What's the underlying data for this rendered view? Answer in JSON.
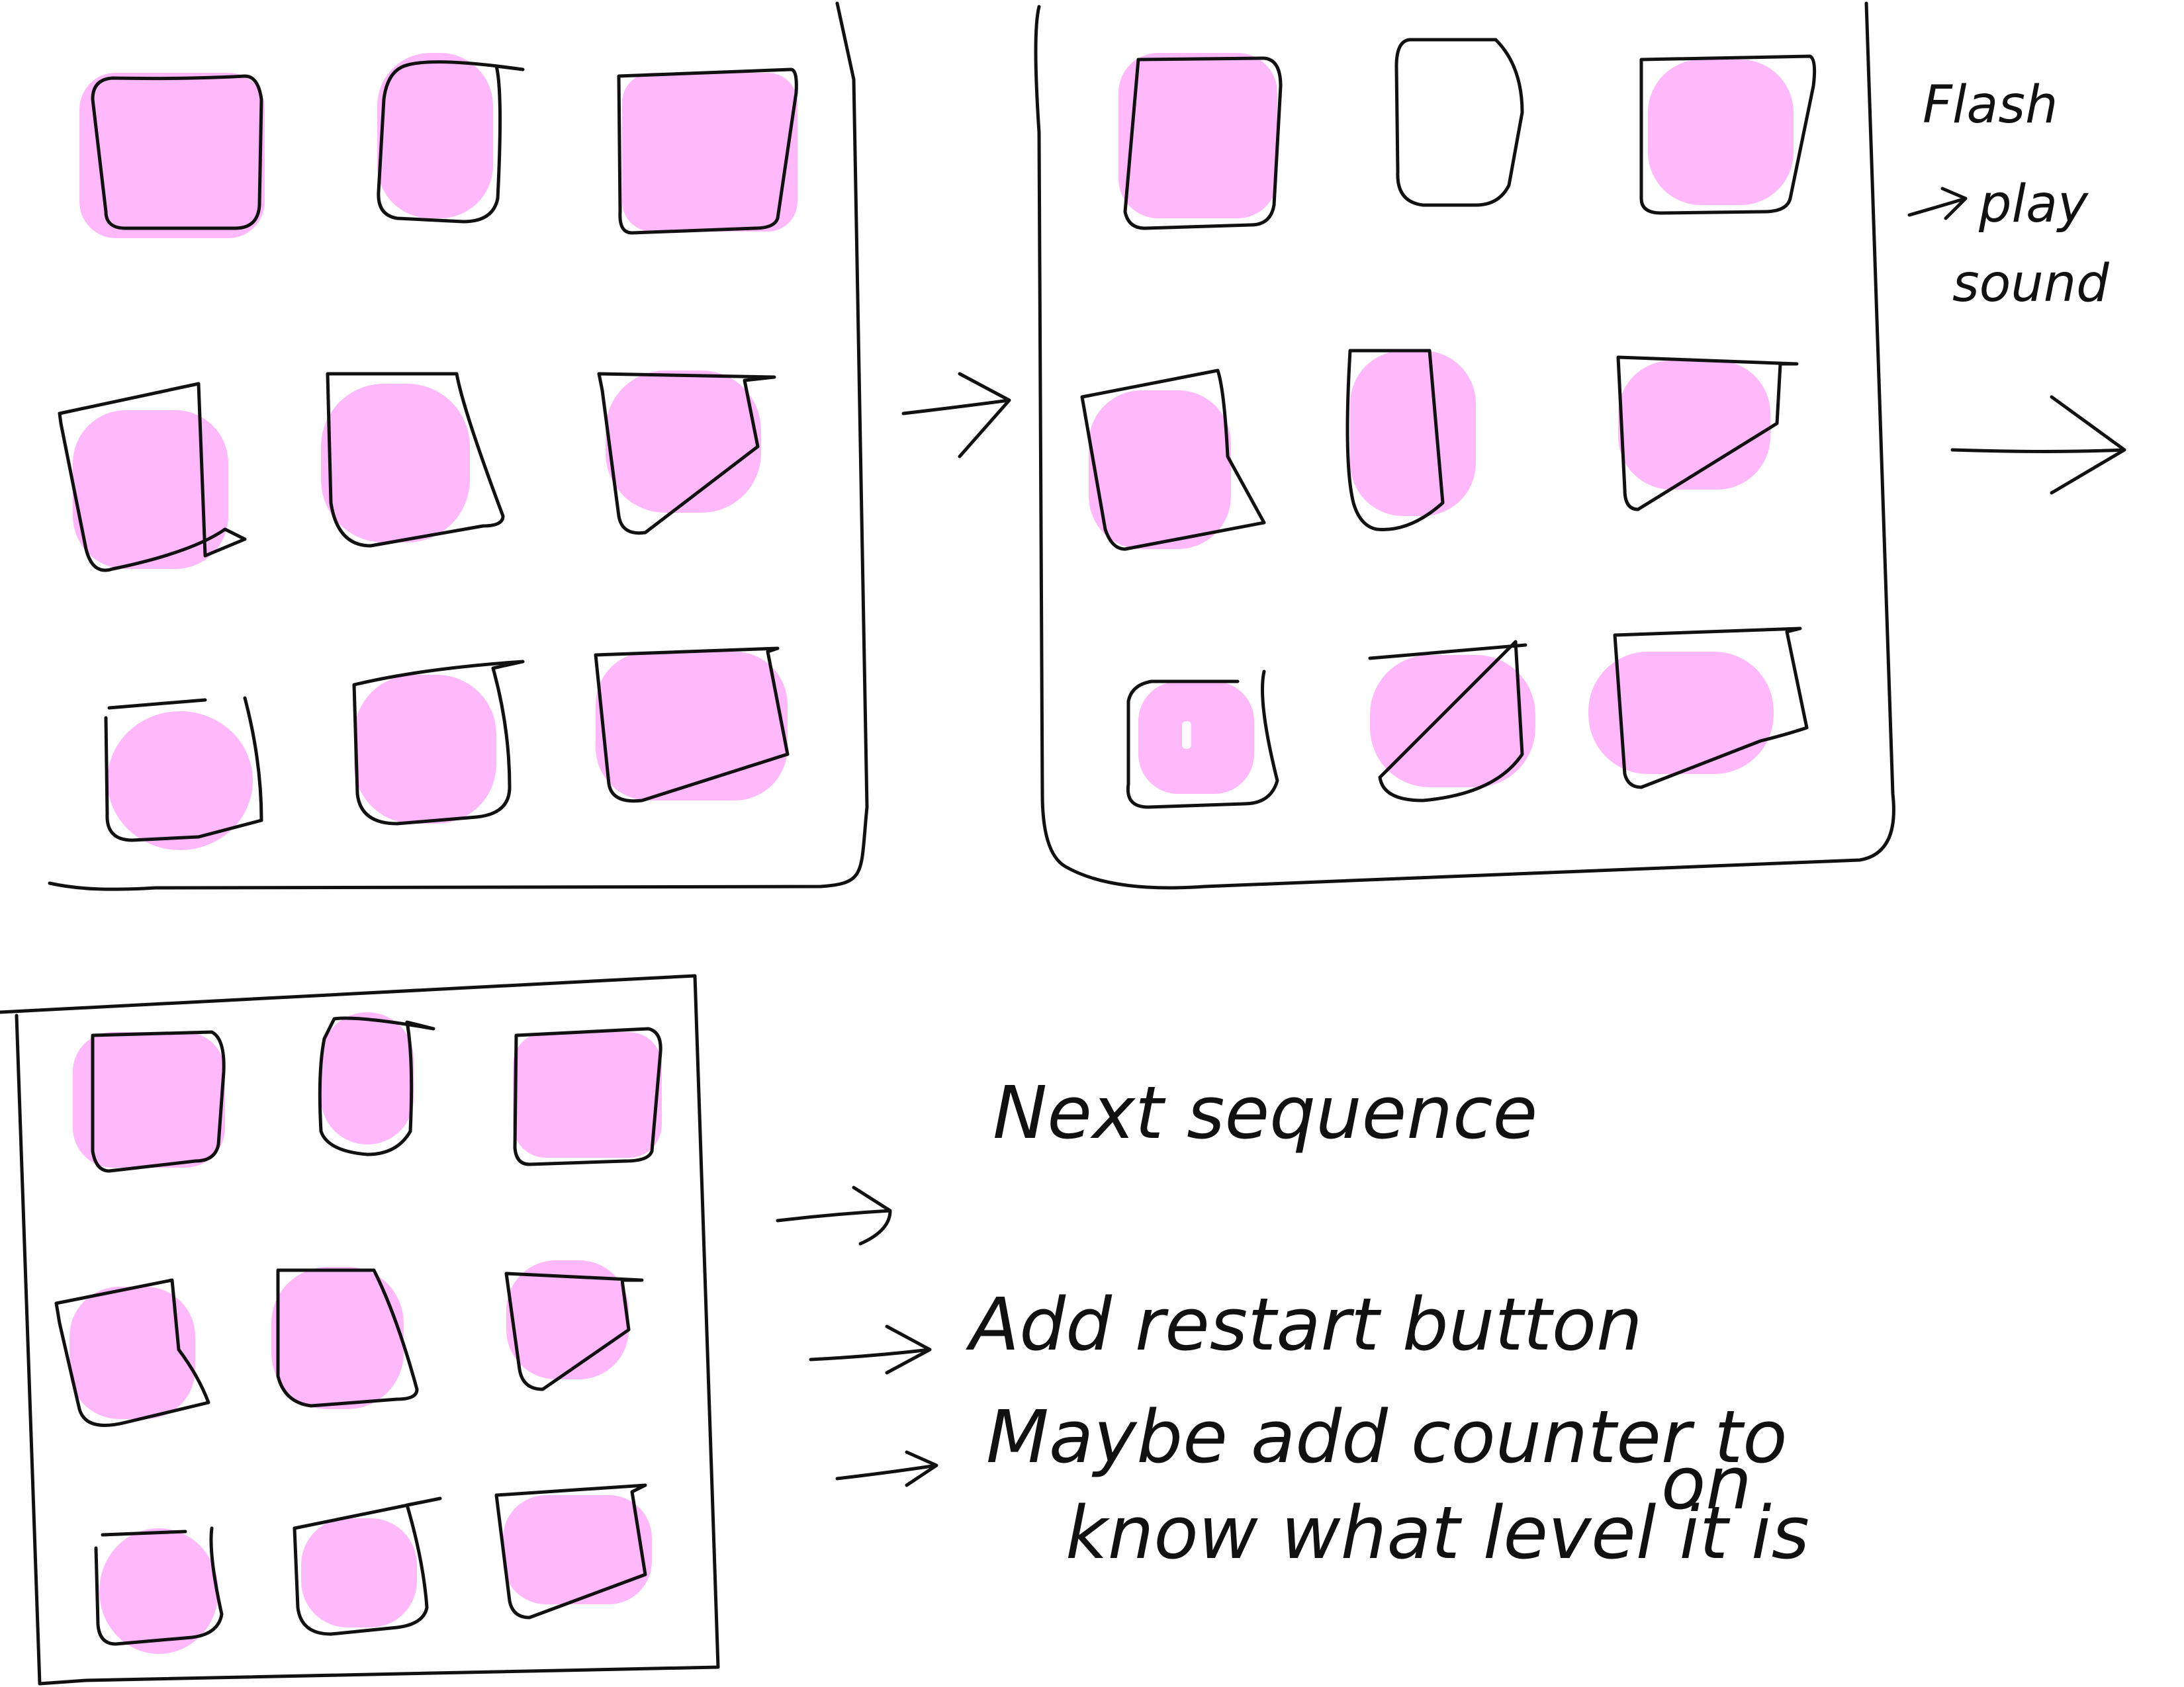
{
  "colors": {
    "ink": "#111111",
    "tile_fill": "#ffb3fb",
    "background": "#ffffff"
  },
  "panels": [
    {
      "id": "panel-1",
      "tiles_lit": [
        true,
        true,
        true,
        true,
        true,
        true,
        true,
        true,
        true
      ]
    },
    {
      "id": "panel-2",
      "tiles_lit": [
        true,
        false,
        true,
        true,
        true,
        true,
        true,
        true,
        true
      ]
    },
    {
      "id": "panel-3",
      "tiles_lit": [
        true,
        true,
        true,
        true,
        true,
        true,
        true,
        true,
        true
      ]
    }
  ],
  "notes": {
    "flash": {
      "line1": "Flash",
      "line2": "play",
      "line3": "sound"
    },
    "next_sequence": "Next sequence",
    "restart": "Add restart button",
    "counter": {
      "line1": "Maybe add counter to",
      "line2": "know what level it is",
      "line3": "on"
    }
  },
  "icons": {
    "arrow": "arrow-right-icon"
  }
}
